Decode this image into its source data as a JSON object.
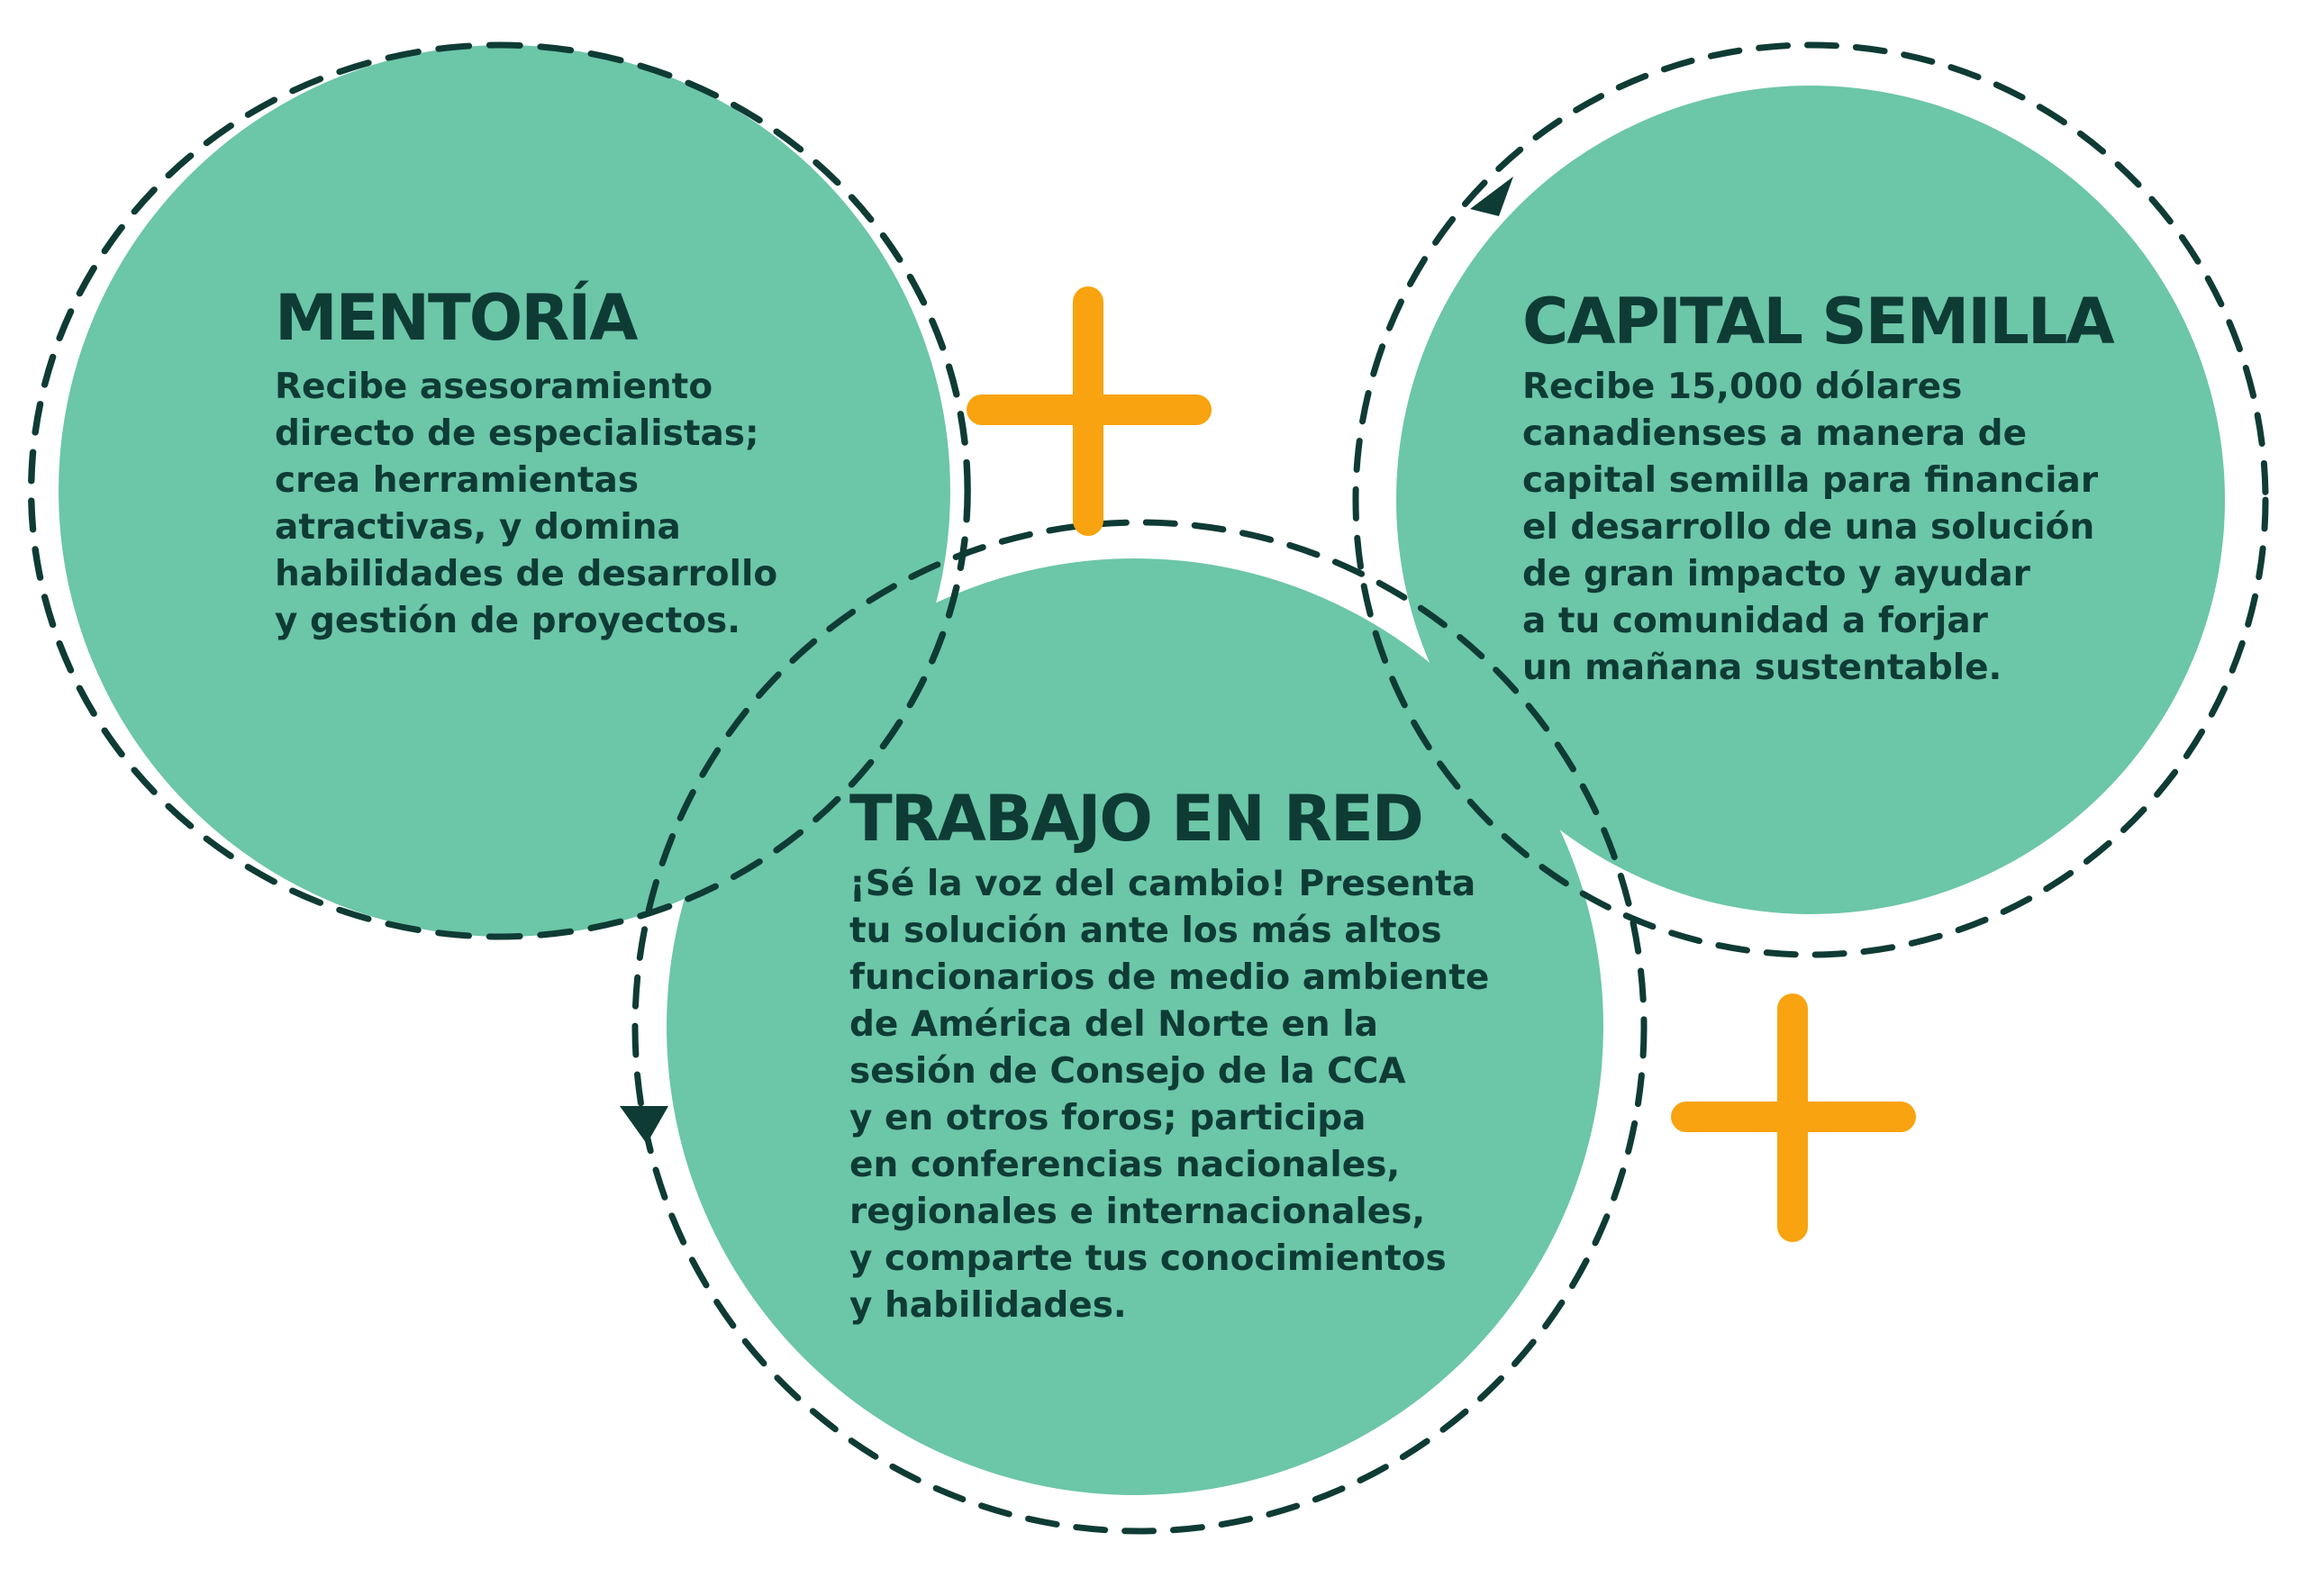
{
  "colors": {
    "circle_fill": "#6cc6a8",
    "text": "#0f3b35",
    "dashed_path": "#0f3b35",
    "plus": "#f8a30f",
    "background": "#ffffff"
  },
  "circles": [
    {
      "id": "mentoria",
      "title": "MENTORÍA",
      "body": "Recibe asesoramiento\ndirecto de especialistas;\ncrea herramientas\natractivas, y domina\nhabilidades de desarrollo\ny gestión de proyectos."
    },
    {
      "id": "capital",
      "title": "CAPITAL SEMILLA",
      "body": "Recibe 15,000 dólares\ncanadienses a manera de\ncapital semilla para financiar\nel desarrollo de una solución\nde gran impacto y ayudar\na tu comunidad a forjar\nun mañana sustentable."
    },
    {
      "id": "trabajo",
      "title": "TRABAJO EN RED",
      "body": "¡Sé la voz del cambio! Presenta\ntu solución ante los más altos\nfuncionarios de medio ambiente\nde América del Norte en la\nsesión de Consejo de la CCA\ny en otros foros; participa\nen conferencias nacionales,\nregionales e internacionales,\ny comparte tus conocimientos\ny habilidades."
    }
  ],
  "decorations": {
    "plus_signs": 2,
    "arrows": 2,
    "icons": [
      "plus-icon",
      "arrowhead-icon"
    ]
  }
}
